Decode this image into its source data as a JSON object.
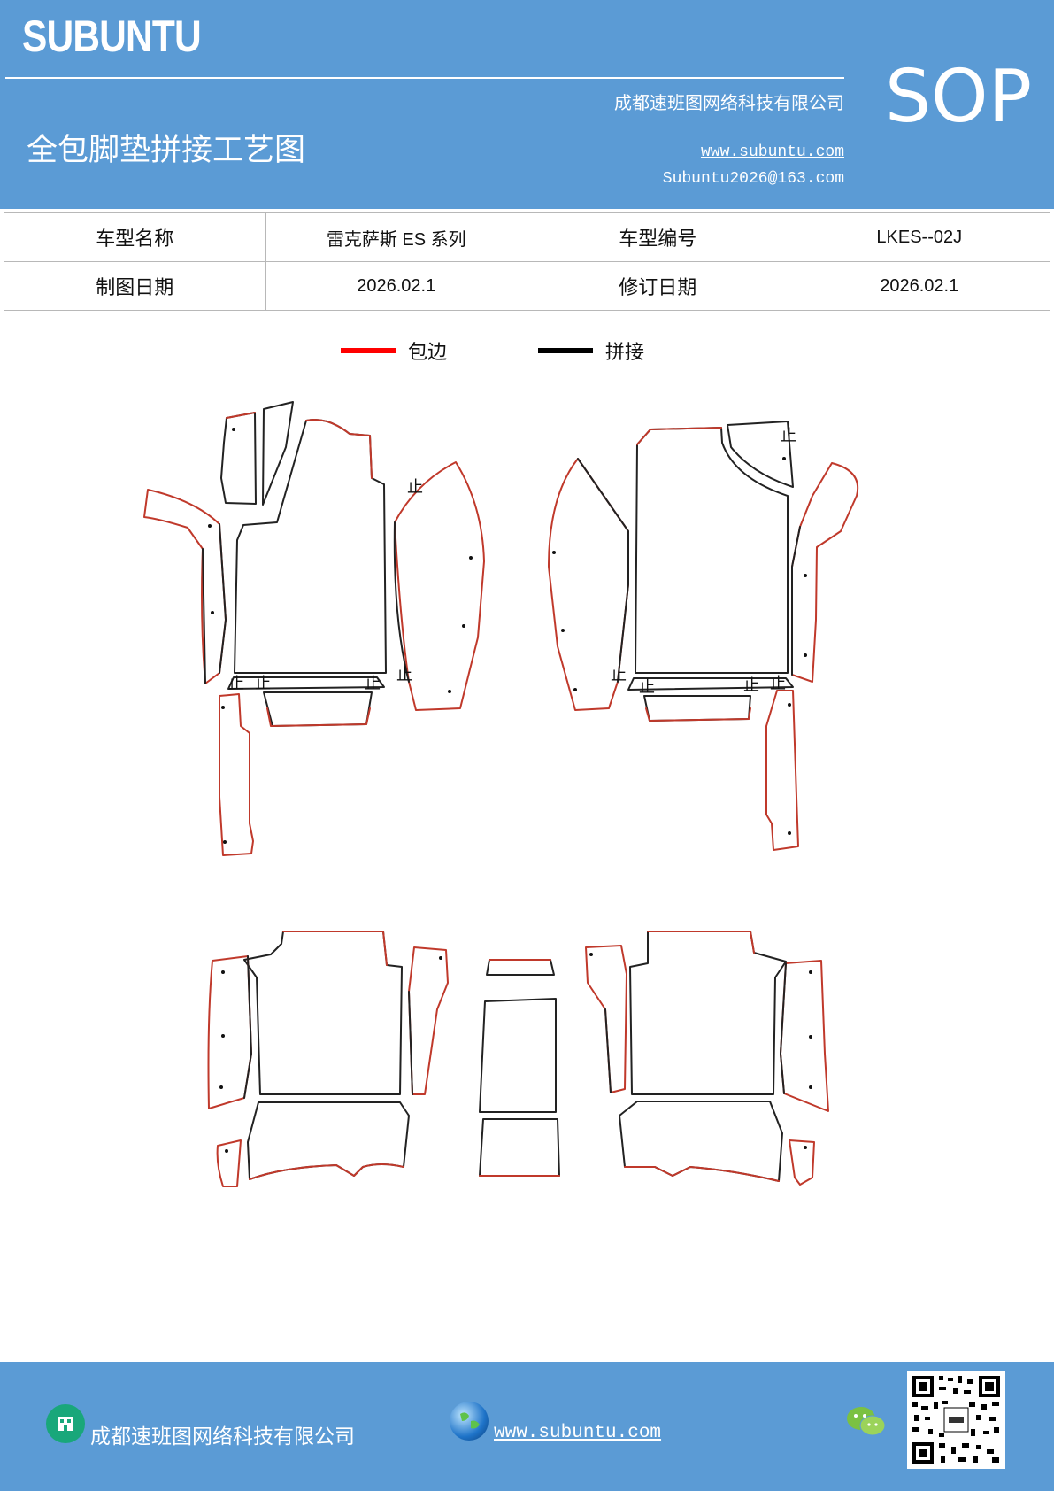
{
  "header": {
    "brand": "SUBUNTU",
    "company": "成都速班图网络科技有限公司",
    "title": "全包脚垫拼接工艺图",
    "website": "www.subuntu.com",
    "email": "Subuntu2026@163.com",
    "sop_label": "SOP",
    "background_color": "#5b9bd5"
  },
  "info_table": {
    "row1": [
      "车型名称",
      "雷克萨斯 ES 系列",
      "车型编号",
      "LKES--02J"
    ],
    "row2": [
      "制图日期",
      "2026.02.1",
      "修订日期",
      "2026.02.1"
    ]
  },
  "legend": {
    "items": [
      {
        "label": "包边",
        "color": "#ff0000"
      },
      {
        "label": "拼接",
        "color": "#000000"
      }
    ]
  },
  "drawing": {
    "stop_mark": "止"
  },
  "footer": {
    "company": "成都速班图网络科技有限公司",
    "website": "www.subuntu.com",
    "icons": [
      "building-icon",
      "globe-icon",
      "wechat-icon",
      "qr-code"
    ]
  }
}
